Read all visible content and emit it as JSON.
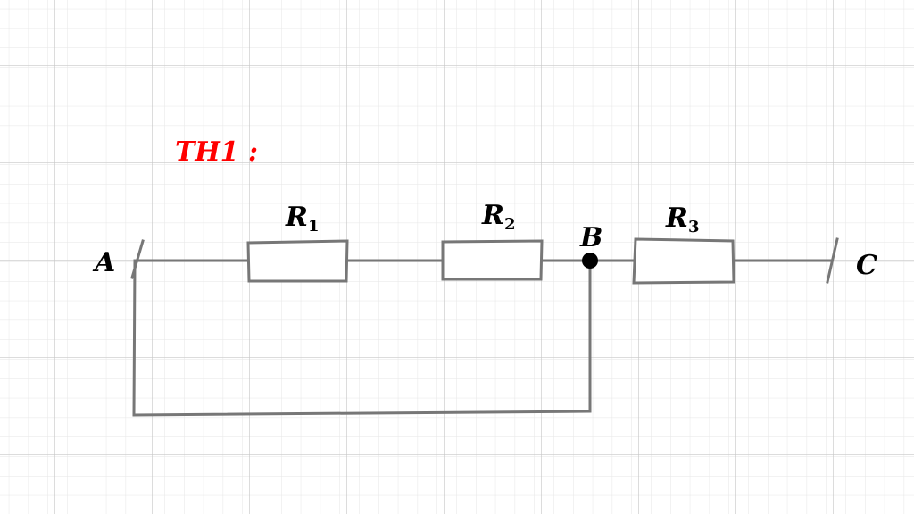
{
  "title": {
    "text": "TH1 :",
    "color": "#ff0000"
  },
  "points": {
    "a": "A",
    "b": "B",
    "c": "C"
  },
  "resistors": [
    {
      "name": "R",
      "sub": "1"
    },
    {
      "name": "R",
      "sub": "2"
    },
    {
      "name": "R",
      "sub": "3"
    }
  ],
  "colors": {
    "wire": "#777777",
    "grid_major": "#c8c8c8",
    "grid_minor": "#e6e6e6",
    "node": "#000000"
  }
}
